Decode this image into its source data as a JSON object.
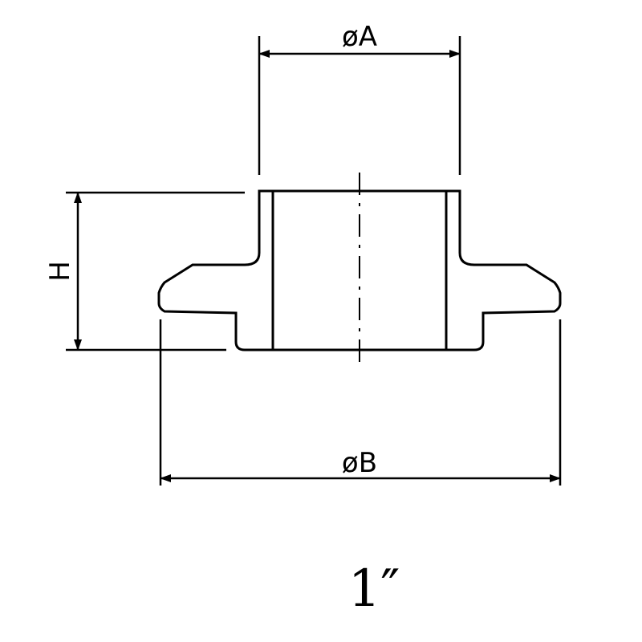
{
  "dimensions": {
    "a_label": "øA",
    "b_label": "øB",
    "h_label": "H"
  },
  "size_label": "1″"
}
